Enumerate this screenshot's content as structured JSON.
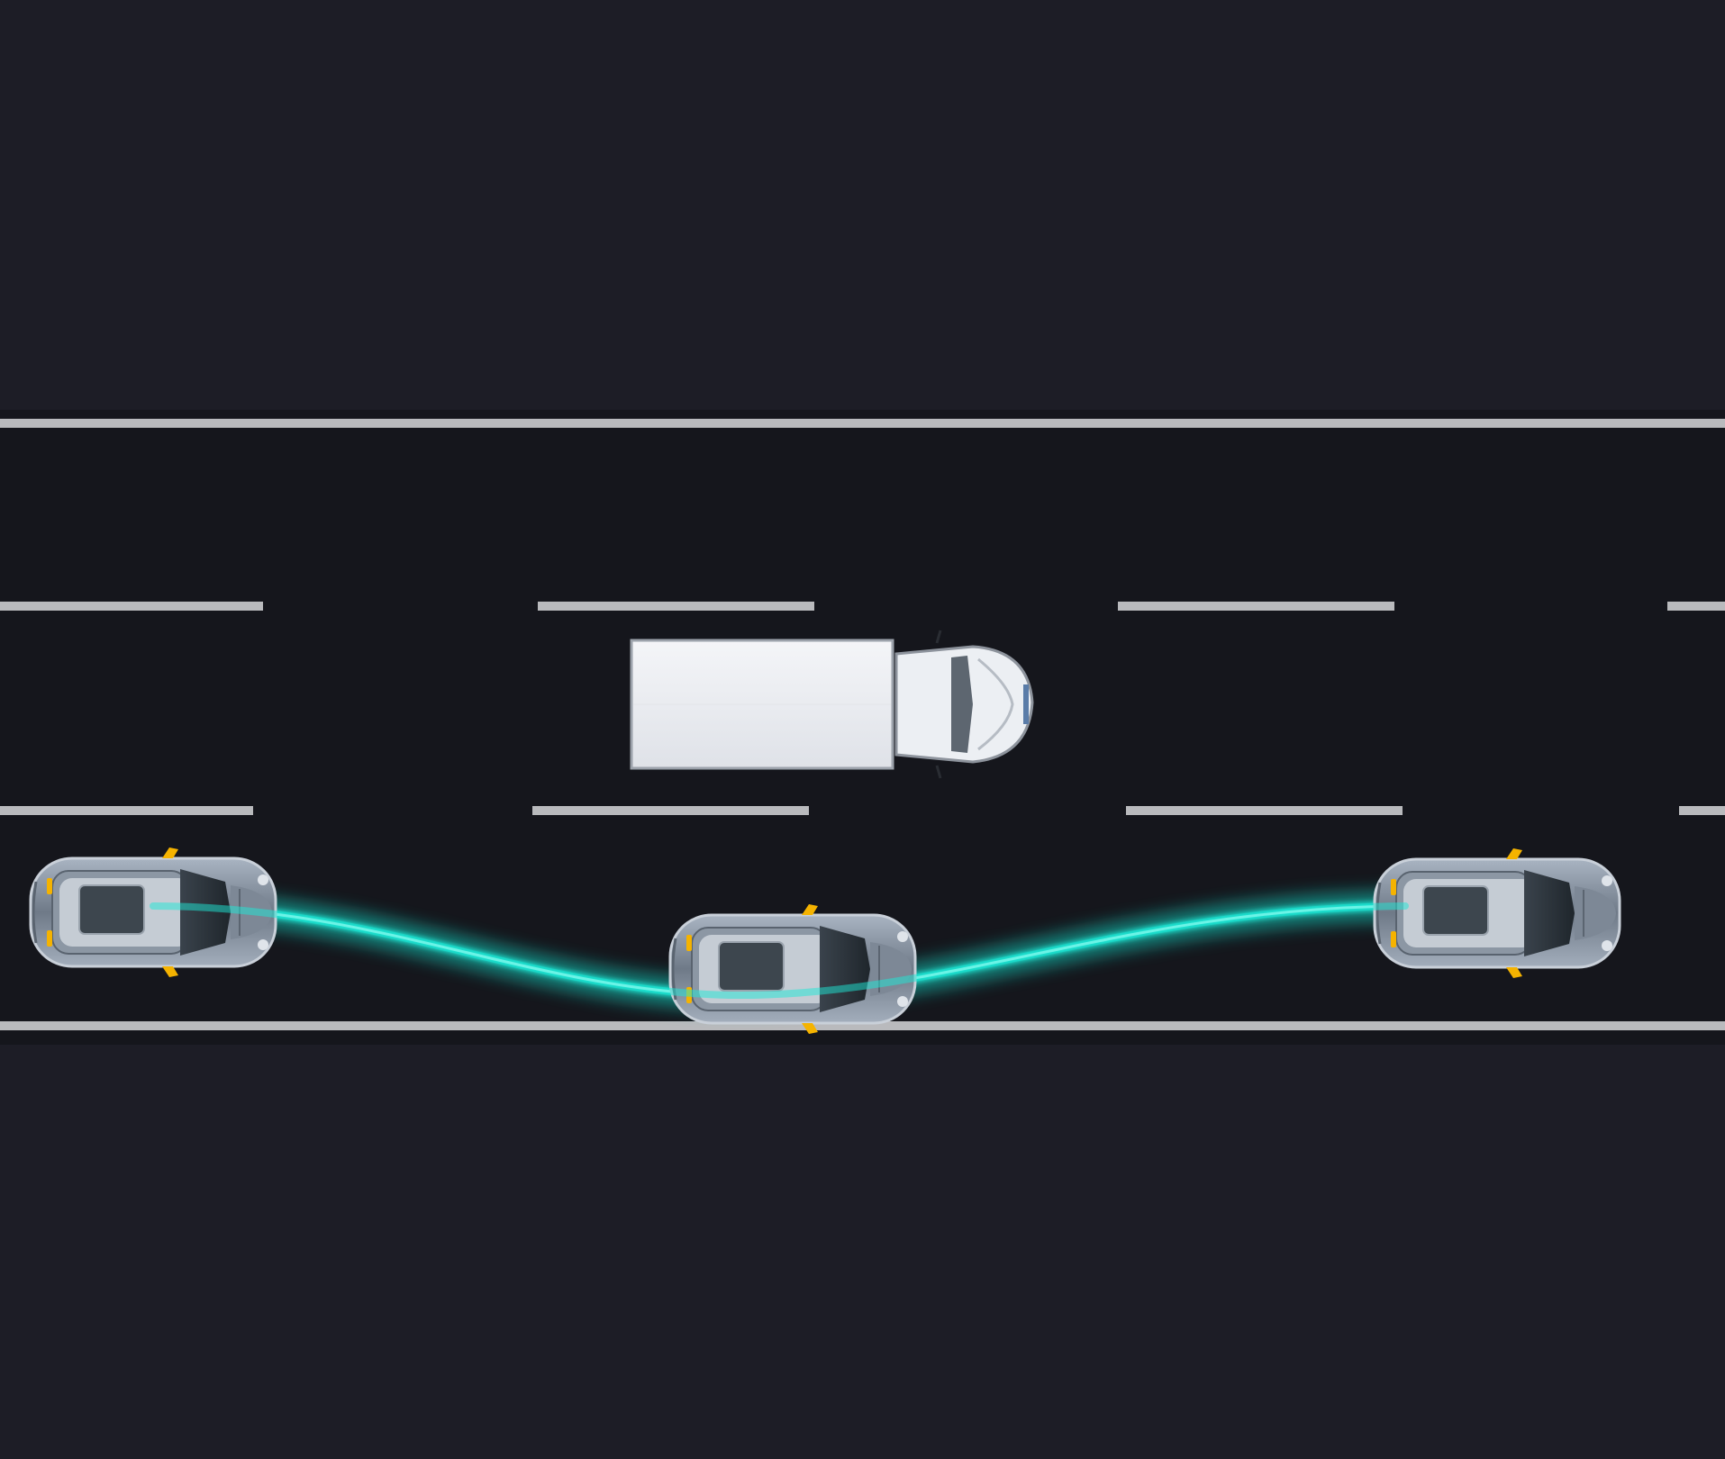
{
  "colors": {
    "background": "#1d1d26",
    "asphalt": "#15161c",
    "lane_marking": "#b9babd",
    "trajectory_glow": "#12d6c4",
    "car_body": "#7f8a99",
    "car_roof": "#2b333b",
    "turn_signal": "#f5b300",
    "truck_box": "#eef0f4",
    "truck_cab": "#e6e9ee"
  },
  "scene": {
    "road": {
      "lanes": 3,
      "direction": "left-to-right"
    },
    "vehicles": [
      {
        "name": "ego-car-start",
        "kind": "car",
        "lane": 3,
        "icon": "car-top-view-icon"
      },
      {
        "name": "ego-car-mid",
        "kind": "car",
        "lane": 3,
        "icon": "car-top-view-icon"
      },
      {
        "name": "ego-car-end",
        "kind": "car",
        "lane": 3,
        "icon": "car-top-view-icon"
      },
      {
        "name": "truck",
        "kind": "truck",
        "lane": 2,
        "icon": "truck-top-view-icon"
      }
    ],
    "trajectory": {
      "style": "glowing-curve",
      "icon": "trajectory-path-icon"
    }
  }
}
